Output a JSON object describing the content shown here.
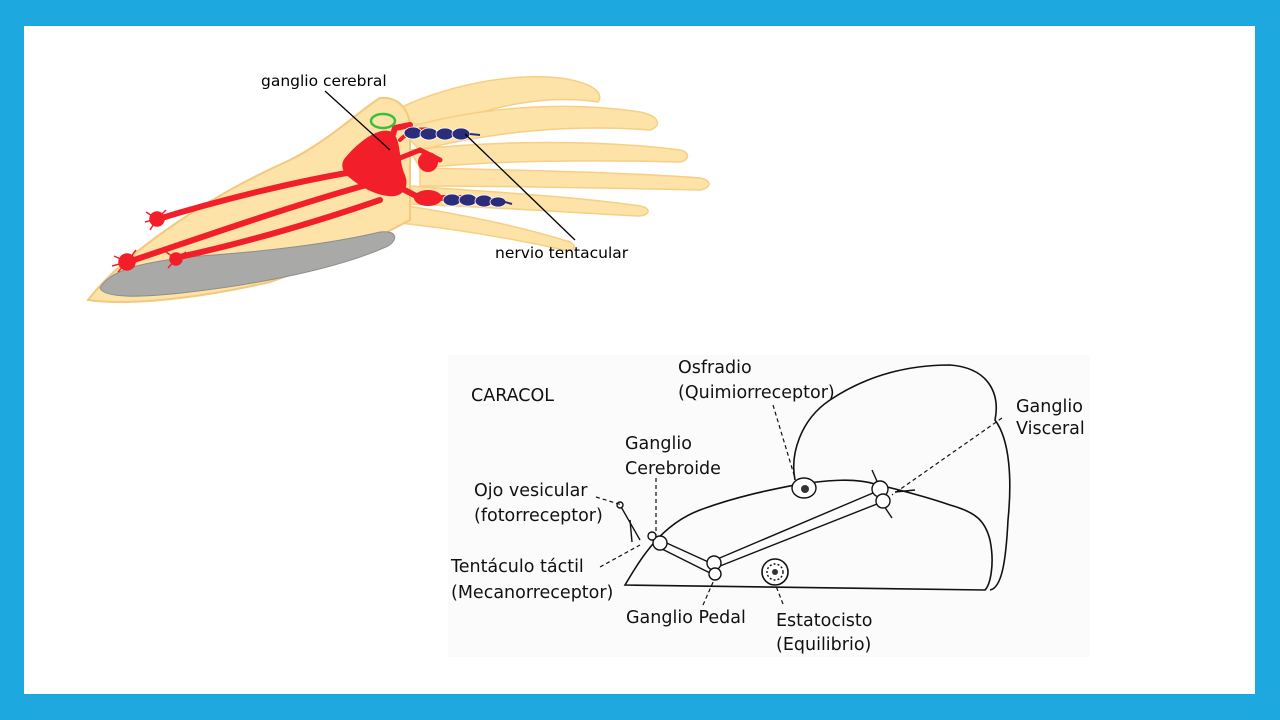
{
  "squid": {
    "label_cerebral": "ganglio cerebral",
    "label_tentacular": "nervio tentacular"
  },
  "snail": {
    "title": "CARACOL",
    "osfradio_l1": "Osfradio",
    "osfradio_l2": "(Quimiorreceptor)",
    "visceral_l1": "Ganglio",
    "visceral_l2": "Visceral",
    "cerebroide_l1": "Ganglio",
    "cerebroide_l2": "Cerebroide",
    "ojo_l1": "Ojo vesicular",
    "ojo_l2": "(fotorreceptor)",
    "tentaculo_l1": "Tentáculo táctil",
    "tentaculo_l2": "(Mecanorreceptor)",
    "pedal": "Ganglio Pedal",
    "estatocisto_l1": "Estatocisto",
    "estatocisto_l2": "(Equilibrio)"
  },
  "colors": {
    "frame": "#1ea8e0",
    "body": "#fde3a7",
    "nerve": "#f21e2a",
    "eye": "#2b2d7a",
    "shell": "#a9aaa8"
  }
}
